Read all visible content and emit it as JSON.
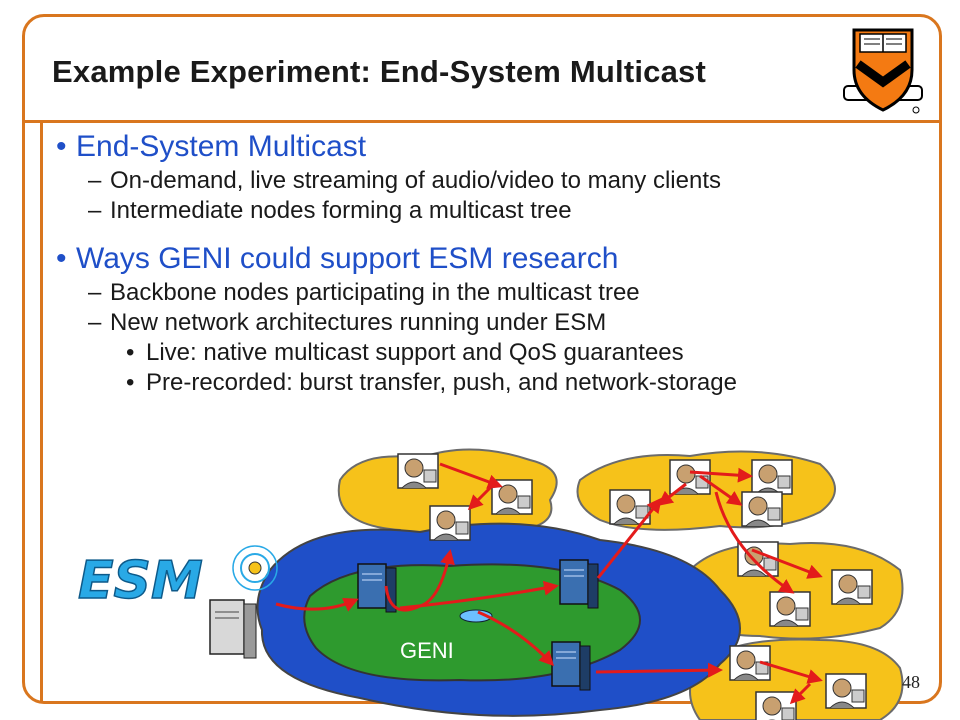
{
  "slide": {
    "title": "Example Experiment: End-System Multicast",
    "page_number": "48",
    "accent_color": "#d9761e",
    "heading_color": "#1f4fc8",
    "bullets": [
      {
        "text": "End-System Multicast",
        "sub": [
          "On-demand, live streaming of audio/video to many clients",
          "Intermediate nodes forming a multicast tree"
        ]
      },
      {
        "text": "Ways GENI could support ESM research",
        "sub": [
          "Backbone nodes participating in the multicast tree",
          "New network architectures running under ESM"
        ],
        "subsub": [
          "Live: native multicast support and QoS guarantees",
          "Pre-recorded: burst transfer, push, and network-storage"
        ]
      }
    ]
  },
  "diagram": {
    "logo_text": "ESM",
    "network_label": "GENI",
    "icons": [
      "server-icon",
      "client-computer-icon",
      "wireless-signal-icon",
      "princeton-shield-icon"
    ]
  }
}
